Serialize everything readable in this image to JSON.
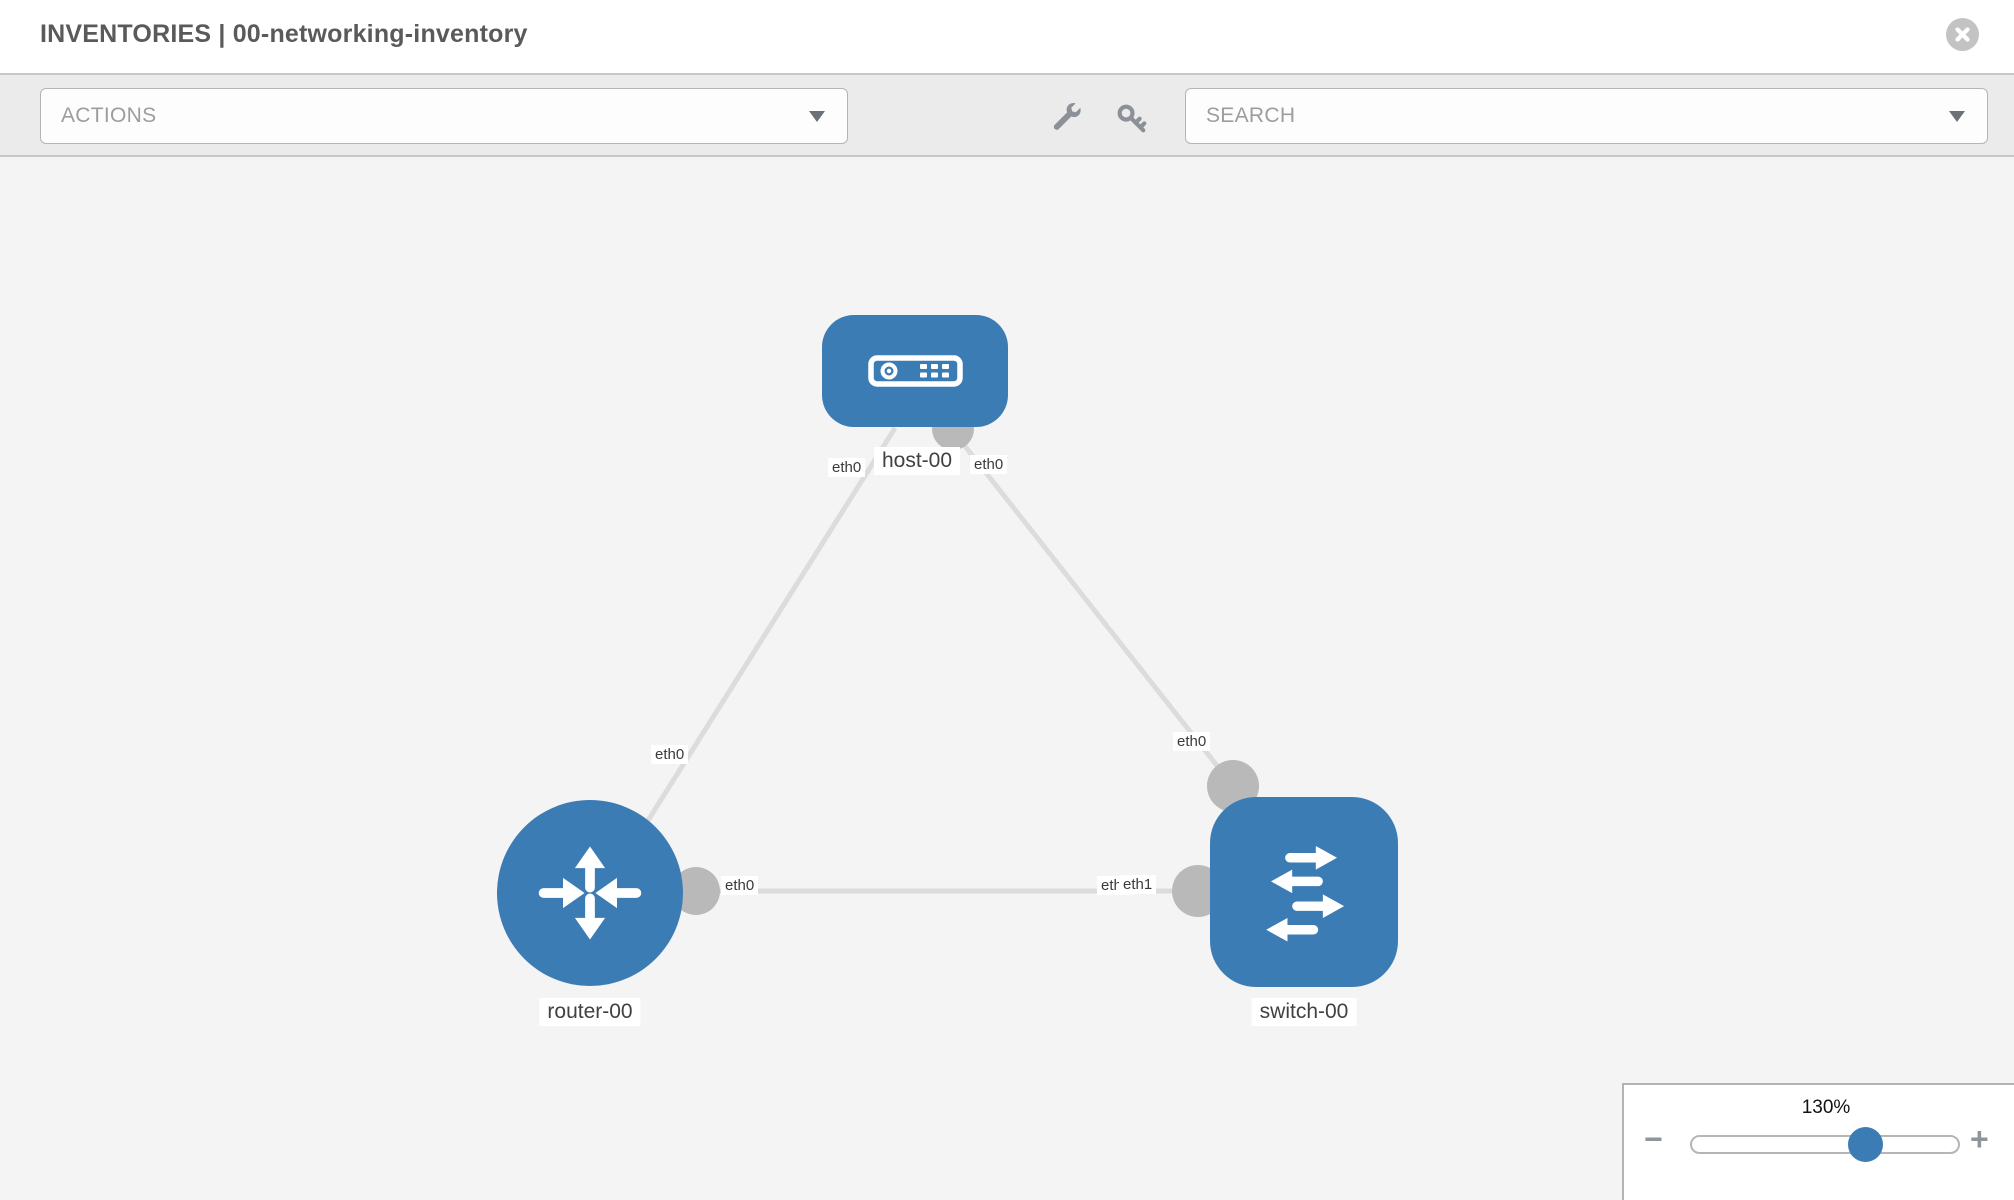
{
  "header": {
    "title": "INVENTORIES | 00-networking-inventory"
  },
  "toolbar": {
    "actions_placeholder": "ACTIONS",
    "search_placeholder": "SEARCH",
    "tool_icons": [
      "wrench",
      "key"
    ]
  },
  "topology": {
    "nodes": [
      {
        "id": "host-00",
        "label": "host-00",
        "type": "host",
        "icon": "host-icon"
      },
      {
        "id": "router-00",
        "label": "router-00",
        "type": "router",
        "icon": "router-icon"
      },
      {
        "id": "switch-00",
        "label": "switch-00",
        "type": "switch",
        "icon": "switch-icon"
      }
    ],
    "links": [
      {
        "source": "host-00",
        "target": "router-00",
        "source_interface": "eth0",
        "target_interface": "eth0"
      },
      {
        "source": "host-00",
        "target": "switch-00",
        "source_interface": "eth0",
        "target_interface": "eth0"
      },
      {
        "source": "router-00",
        "target": "switch-00",
        "source_interface": "eth0",
        "target_interface": "eth1"
      }
    ],
    "overlapped_label_back": "eth0"
  },
  "zoom_control": {
    "level_label": "130%",
    "value_percent": 130,
    "minus_label": "−",
    "plus_label": "+"
  },
  "colors": {
    "node_blue": "#3c7cb5",
    "link_gray": "#dcdcdc",
    "connector_gray": "#b9b9b9",
    "toolbar_bg": "#ebebeb",
    "canvas_bg": "#f4f4f4",
    "close_btn_gray": "#c3c3c3"
  }
}
